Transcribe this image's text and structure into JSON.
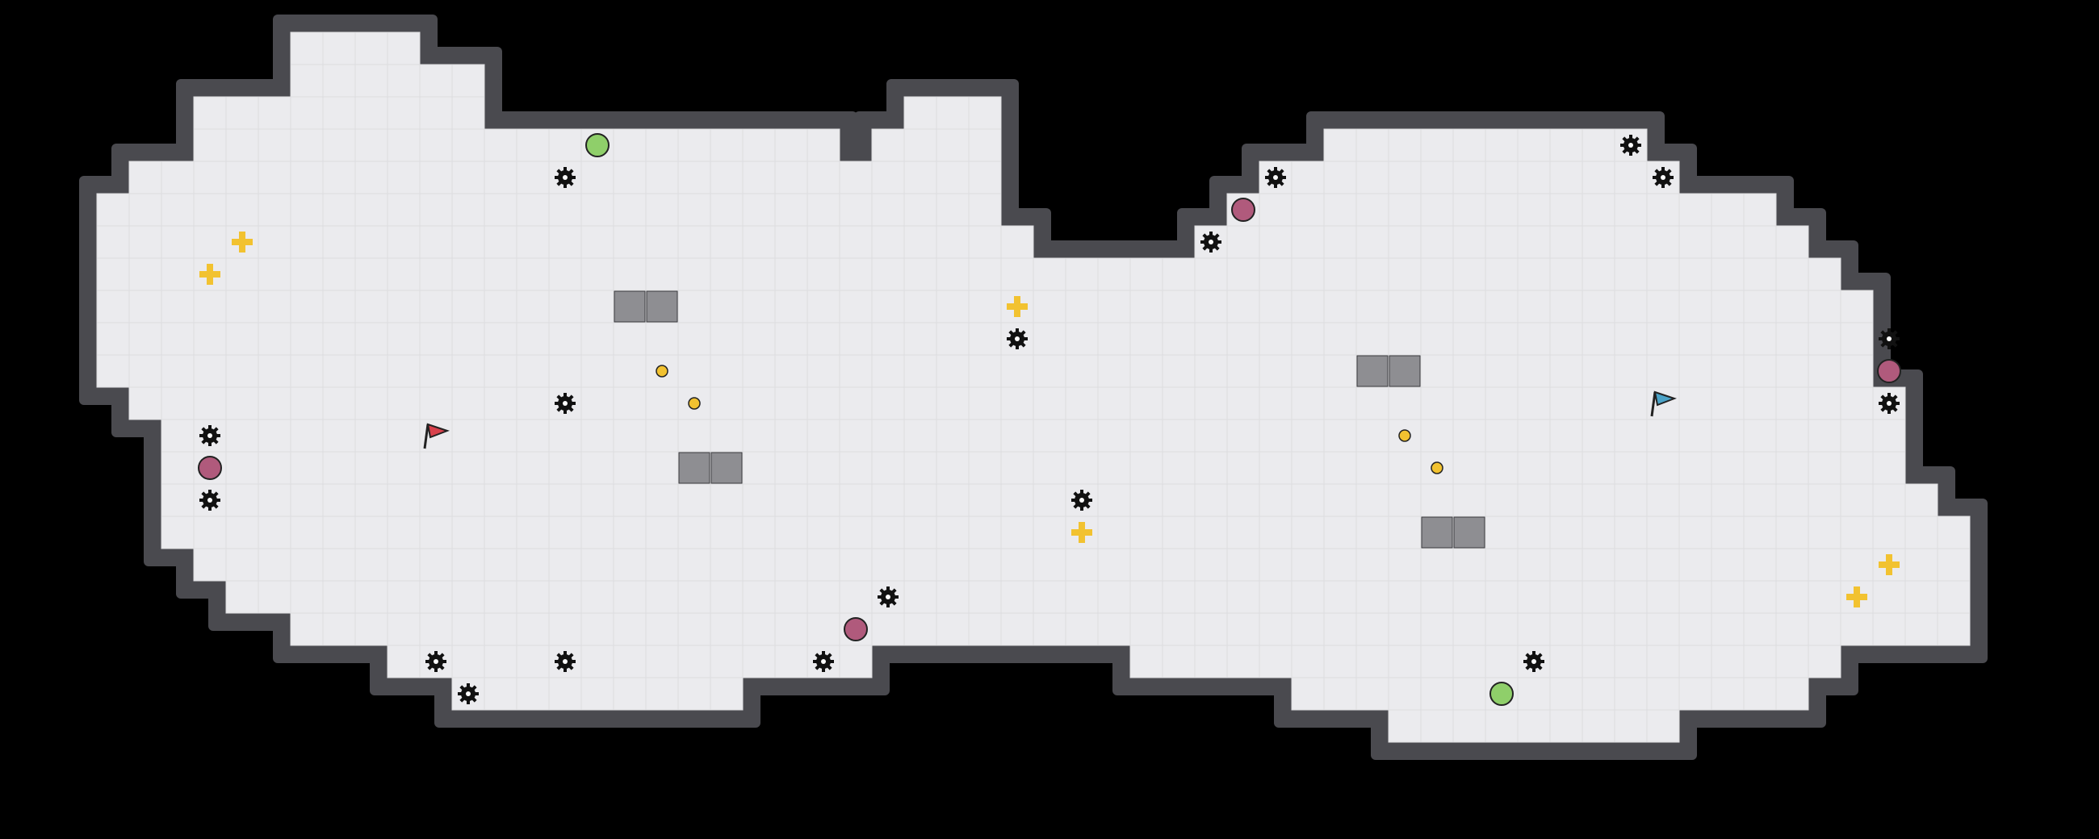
{
  "game": {
    "title": "",
    "colors": {
      "background": "#000000",
      "wall": "#4a4a4f",
      "wall_edge": "#3a3a3e",
      "floor": "#ebebee",
      "grid_line": "#dcdcdf",
      "corner_light": "#f5f5f7",
      "grate": "#8e8e92",
      "grate_dot": "#6e6e72",
      "team_red": "#d8414c",
      "team_blue": "#4ba3c8",
      "boost": "#f2c230",
      "powerup_pink": "#b05a7c",
      "powerup_green": "#8fcf6a",
      "spike": "#111111",
      "pellet": "#f2c230"
    },
    "flags": [
      {
        "team": "red",
        "icon": "red-flag-icon",
        "tile": [
          13,
          13
        ]
      },
      {
        "team": "blue",
        "icon": "blue-flag-icon",
        "tile": [
          51,
          12
        ]
      }
    ],
    "spikes": [
      [
        17,
        5
      ],
      [
        17,
        20
      ],
      [
        17,
        12
      ],
      [
        6,
        13
      ],
      [
        6,
        15
      ],
      [
        13,
        20
      ],
      [
        14,
        21
      ],
      [
        25,
        20
      ],
      [
        27,
        18
      ],
      [
        31,
        10
      ],
      [
        33,
        15
      ],
      [
        37,
        7
      ],
      [
        39,
        5
      ],
      [
        50,
        4
      ],
      [
        51,
        5
      ],
      [
        58,
        10
      ],
      [
        58,
        12
      ],
      [
        47,
        20
      ]
    ],
    "powerups_pink": [
      [
        6,
        14
      ],
      [
        26,
        19
      ],
      [
        38,
        6
      ],
      [
        58,
        11
      ]
    ],
    "powerups_green": [
      [
        18,
        4
      ],
      [
        46,
        21
      ]
    ],
    "boosts": [
      [
        7,
        7
      ],
      [
        6,
        8
      ],
      [
        31,
        9
      ],
      [
        33,
        16
      ],
      [
        58,
        17
      ],
      [
        57,
        18
      ]
    ],
    "pellets": [
      [
        20,
        11
      ],
      [
        21,
        12
      ],
      [
        43,
        13
      ],
      [
        44,
        14
      ]
    ],
    "grates": [
      [
        19,
        9
      ],
      [
        20,
        9
      ],
      [
        21,
        14
      ],
      [
        22,
        14
      ],
      [
        42,
        11
      ],
      [
        43,
        11
      ],
      [
        44,
        16
      ],
      [
        45,
        16
      ]
    ]
  }
}
